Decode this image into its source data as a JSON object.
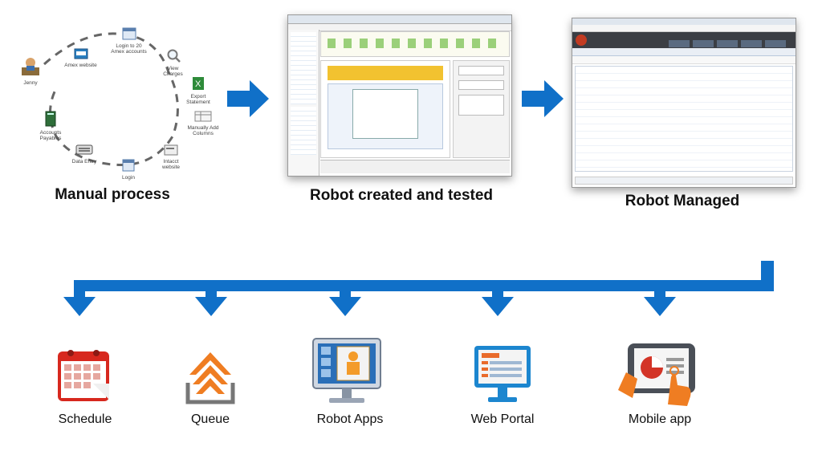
{
  "manual": {
    "caption": "Manual process",
    "nodes": {
      "jenny": "Jenny",
      "amex": "Amex website",
      "login20": "Login to 20 Amex accounts",
      "view": "View Charges",
      "export": "Export Statement",
      "manually": "Manually Add Columns",
      "intacct": "Intacct website",
      "login": "Login",
      "data_entry": "Data Entry",
      "accounts_payables": "Accounts Payables"
    }
  },
  "robot_created": {
    "caption": "Robot created and tested"
  },
  "robot_managed": {
    "caption": "Robot Managed"
  },
  "outputs": [
    {
      "label": "Schedule"
    },
    {
      "label": "Queue"
    },
    {
      "label": "Robot Apps"
    },
    {
      "label": "Web Portal"
    },
    {
      "label": "Mobile app"
    }
  ],
  "colors": {
    "arrow_blue": "#1070c8"
  }
}
